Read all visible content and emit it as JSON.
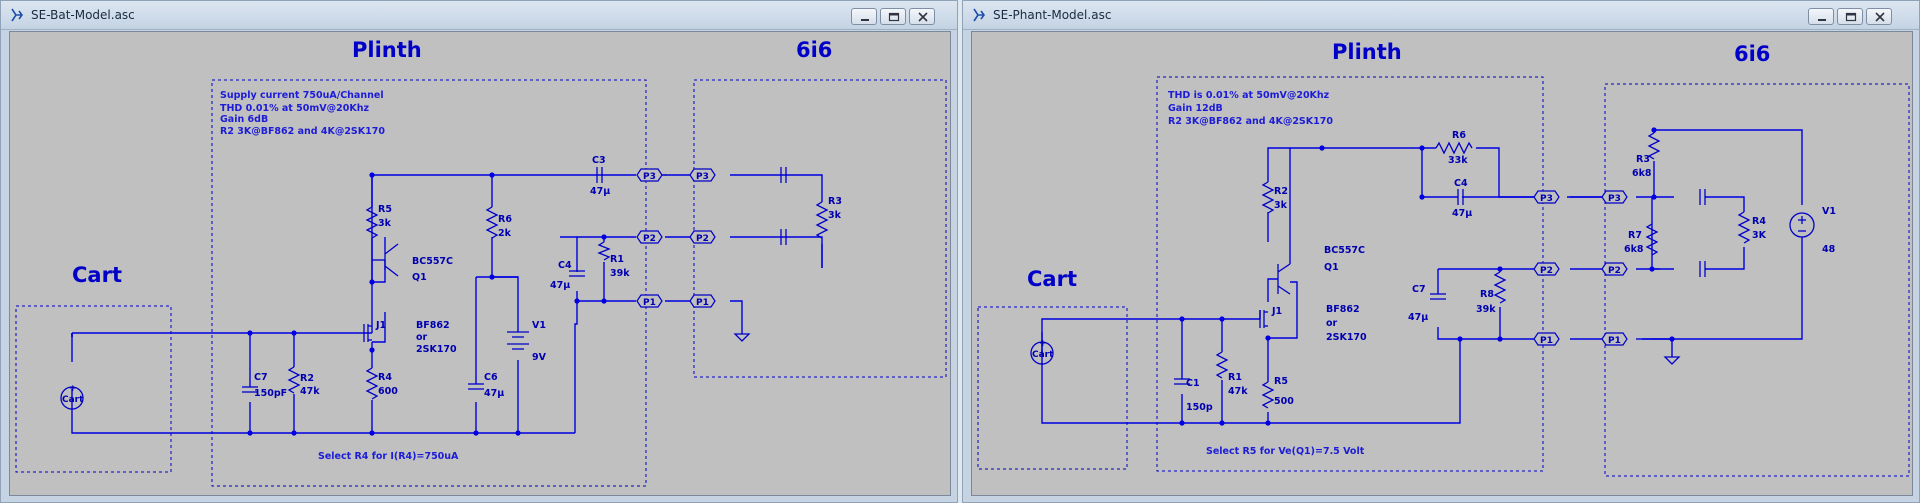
{
  "colors": {
    "wire": "#0000e0",
    "canvas": "#c0c0c0",
    "titlebar": "#c4d3e3"
  },
  "left": {
    "window_title": "SE-Bat-Model.asc",
    "plinth_label": "Plinth",
    "sixisix_label": "6i6",
    "cart_label": "Cart",
    "notes": [
      "Supply current 750uA/Channel",
      "THD 0.01% at 50mV@20Khz",
      "Gain 6dB",
      "R2 3K@BF862 and 4K@2SK170"
    ],
    "select_note": "Select R4 for I(R4)=750uA",
    "components": {
      "c3": {
        "name": "C3",
        "value": "47µ"
      },
      "r5": {
        "name": "R5",
        "value": "3k"
      },
      "r6": {
        "name": "R6",
        "value": "2k"
      },
      "r3": {
        "name": "R3",
        "value": "3k"
      },
      "q1": {
        "name": "Q1",
        "model": "BC557C"
      },
      "c4": {
        "name": "C4",
        "value": "47µ"
      },
      "r1": {
        "name": "R1",
        "value": "39k"
      },
      "j1": {
        "name": "J1",
        "models": [
          "BF862",
          "or",
          "2SK170"
        ]
      },
      "v1": {
        "name": "V1",
        "value": "9V"
      },
      "c7": {
        "name": "C7",
        "value": "150pF"
      },
      "r2": {
        "name": "R2",
        "value": "47k"
      },
      "r4": {
        "name": "R4",
        "value": "600"
      },
      "c6": {
        "name": "C6",
        "value": "47µ"
      },
      "cart": {
        "name": "Cart"
      }
    },
    "ports": [
      "P3",
      "P2",
      "P1"
    ]
  },
  "right": {
    "window_title": "SE-Phant-Model.asc",
    "plinth_label": "Plinth",
    "sixisix_label": "6i6",
    "cart_label": "Cart",
    "notes": [
      "THD is 0.01% at 50mV@20Khz",
      "Gain 12dB",
      "R2 3K@BF862 and 4K@2SK170"
    ],
    "select_note": "Select R5 for Ve(Q1)=7.5 Volt",
    "components": {
      "r6": {
        "name": "R6",
        "value": "33k"
      },
      "c4": {
        "name": "C4",
        "value": "47µ"
      },
      "r2": {
        "name": "R2",
        "value": "3k"
      },
      "q1": {
        "name": "Q1",
        "model": "BC557C"
      },
      "r3": {
        "name": "R3",
        "value": "6k8"
      },
      "r4": {
        "name": "R4",
        "value": "3K"
      },
      "r7": {
        "name": "R7",
        "value": "6k8"
      },
      "v1": {
        "name": "V1",
        "value": "48"
      },
      "c7": {
        "name": "C7",
        "value": "47µ"
      },
      "r8": {
        "name": "R8",
        "value": "39k"
      },
      "j1": {
        "name": "J1",
        "models": [
          "BF862",
          "or",
          "2SK170"
        ]
      },
      "c1": {
        "name": "C1",
        "value": "150p"
      },
      "r1": {
        "name": "R1",
        "value": "47k"
      },
      "r5": {
        "name": "R5",
        "value": "500"
      },
      "cart": {
        "name": "Cart"
      }
    },
    "ports": [
      "P3",
      "P2",
      "P1"
    ]
  }
}
